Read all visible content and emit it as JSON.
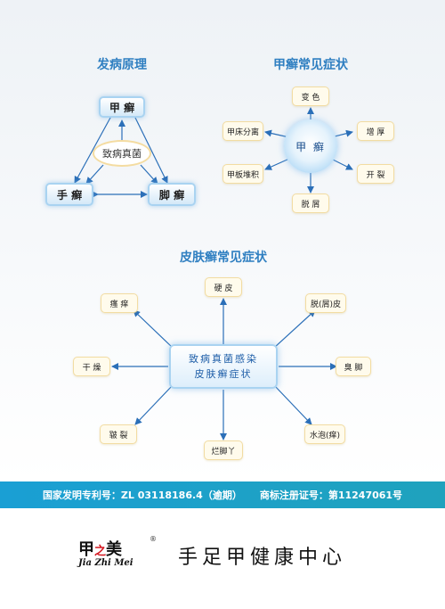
{
  "diagram1": {
    "title": "发病原理",
    "top": "甲 癣",
    "center": "致病真菌",
    "left": "手 癣",
    "right": "脚 癣"
  },
  "diagram2": {
    "title": "甲癣常见症状",
    "center": "甲 癣",
    "items": [
      "变 色",
      "增 厚",
      "开 裂",
      "脱 屑",
      "甲板堆积",
      "甲床分离"
    ]
  },
  "diagram3": {
    "title": "皮肤癣常见症状",
    "center_line1": "致病真菌感染",
    "center_line2": "皮肤癣症状",
    "items": [
      "硬 皮",
      "脱(屑)皮",
      "臭 脚",
      "水泡(痒)",
      "烂脚丫",
      "皲 裂",
      "干 燥",
      "瘙 痒"
    ]
  },
  "banner": {
    "patent": "国家发明专利号：ZL  03118186.4（逾期）",
    "trademark": "商标注册证号：第11247061号"
  },
  "footer": {
    "logo_part1": "甲",
    "logo_part2": "之",
    "logo_part3": "美",
    "logo_reg": "®",
    "logo_en": "Jia Zhi Mei",
    "title": "手足甲健康中心"
  },
  "colors": {
    "title_blue": "#2f7fc1",
    "arrow_blue": "#2b6fb8",
    "banner_cyan": "#1da1c8",
    "logo_red": "#d4161f"
  }
}
